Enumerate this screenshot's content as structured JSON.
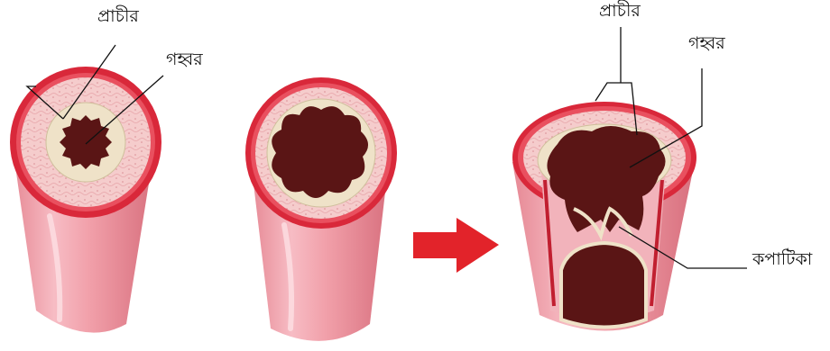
{
  "labels": {
    "left_wall": "প্রাচীর",
    "left_lumen": "গহ্বর",
    "right_wall": "প্রাচীর",
    "right_lumen": "গহ্বর",
    "valve": "কপাটিকা"
  },
  "colors": {
    "outer_red": "#d9283a",
    "inner_red": "#c11f30",
    "tube_pink": "#f0a2ac",
    "tube_shadow": "#d97683",
    "tube_highlight": "#fad3d8",
    "tissue": "#f4c9c9",
    "intima": "#efe2c8",
    "lumen": "#5a1515",
    "arrow": "#e2232a"
  }
}
